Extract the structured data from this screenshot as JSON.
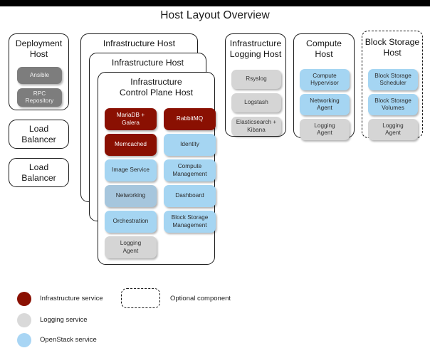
{
  "title": "Host Layout Overview",
  "colors": {
    "infrastructure_service": "#8a1002",
    "logging_service": "#d9d9d9",
    "openstack_service": "#a8d5f4",
    "deployment_service": "#7d7d7d",
    "border": "#1a1a1a",
    "background": "#ffffff"
  },
  "hosts": {
    "deployment": {
      "title": "Deployment\nHost",
      "title_line1": "Deployment",
      "title_line2": "Host",
      "services": [
        {
          "label": "Ansible",
          "type": "deployment"
        },
        {
          "label": "RPC\nRepository",
          "line1": "RPC",
          "line2": "Repository",
          "type": "deployment"
        }
      ]
    },
    "load_balancer_1": {
      "title_line1": "Load",
      "title_line2": "Balancer"
    },
    "load_balancer_2": {
      "title_line1": "Load",
      "title_line2": "Balancer"
    },
    "infrastructure_host_outer": {
      "title": "Infrastructure Host"
    },
    "infrastructure_host_middle": {
      "title": "Infrastructure Host"
    },
    "infrastructure_control_plane": {
      "title_line1": "Infrastructure",
      "title_line2": "Control Plane Host",
      "services": [
        {
          "label": "MariaDB +\nGalera",
          "line1": "MariaDB +",
          "line2": "Galera",
          "type": "infrastructure"
        },
        {
          "label": "RabbitMQ",
          "type": "infrastructure"
        },
        {
          "label": "Memcached",
          "type": "infrastructure"
        },
        {
          "label": "Identity",
          "type": "openstack"
        },
        {
          "label": "Image Service",
          "type": "openstack"
        },
        {
          "label": "Compute\nManagement",
          "line1": "Compute",
          "line2": "Management",
          "type": "openstack"
        },
        {
          "label": "Networking",
          "type": "openstack-alt"
        },
        {
          "label": "Dashboard",
          "type": "openstack"
        },
        {
          "label": "Orchestration",
          "type": "openstack"
        },
        {
          "label": "Block Storage\nManagement",
          "line1": "Block Storage",
          "line2": "Management",
          "type": "openstack"
        },
        {
          "label": "Logging\nAgent",
          "line1": "Logging",
          "line2": "Agent",
          "type": "logging"
        }
      ]
    },
    "infrastructure_logging": {
      "title_line1": "Infrastructure",
      "title_line2": "Logging Host",
      "services": [
        {
          "label": "Rsyslog",
          "type": "logging"
        },
        {
          "label": "Logstash",
          "type": "logging"
        },
        {
          "label": "Elasticsearch +\nKibana",
          "line1": "Elasticsearch +",
          "line2": "Kibana",
          "type": "logging"
        }
      ]
    },
    "compute": {
      "title_line1": "Compute",
      "title_line2": "Host",
      "services": [
        {
          "label": "Compute\nHypervisor",
          "line1": "Compute",
          "line2": "Hypervisor",
          "type": "openstack"
        },
        {
          "label": "Networking\nAgent",
          "line1": "Networking",
          "line2": "Agent",
          "type": "openstack"
        },
        {
          "label": "Logging\nAgent",
          "line1": "Logging",
          "line2": "Agent",
          "type": "logging"
        }
      ]
    },
    "block_storage": {
      "optional": true,
      "title_line1": "Block Storage",
      "title_line2": "Host",
      "services": [
        {
          "label": "Block Storage\nScheduler",
          "line1": "Block Storage",
          "line2": "Scheduler",
          "type": "openstack"
        },
        {
          "label": "Block Storage\nVolumes",
          "line1": "Block Storage",
          "line2": "Volumes",
          "type": "openstack"
        },
        {
          "label": "Logging\nAgent",
          "line1": "Logging",
          "line2": "Agent",
          "type": "logging"
        }
      ]
    }
  },
  "legend": {
    "items": [
      {
        "label": "Infrastructure service",
        "swatch": "infrastructure"
      },
      {
        "label": "Logging service",
        "swatch": "logging"
      },
      {
        "label": "OpenStack service",
        "swatch": "openstack"
      }
    ],
    "optional": {
      "label": "Optional component"
    }
  }
}
